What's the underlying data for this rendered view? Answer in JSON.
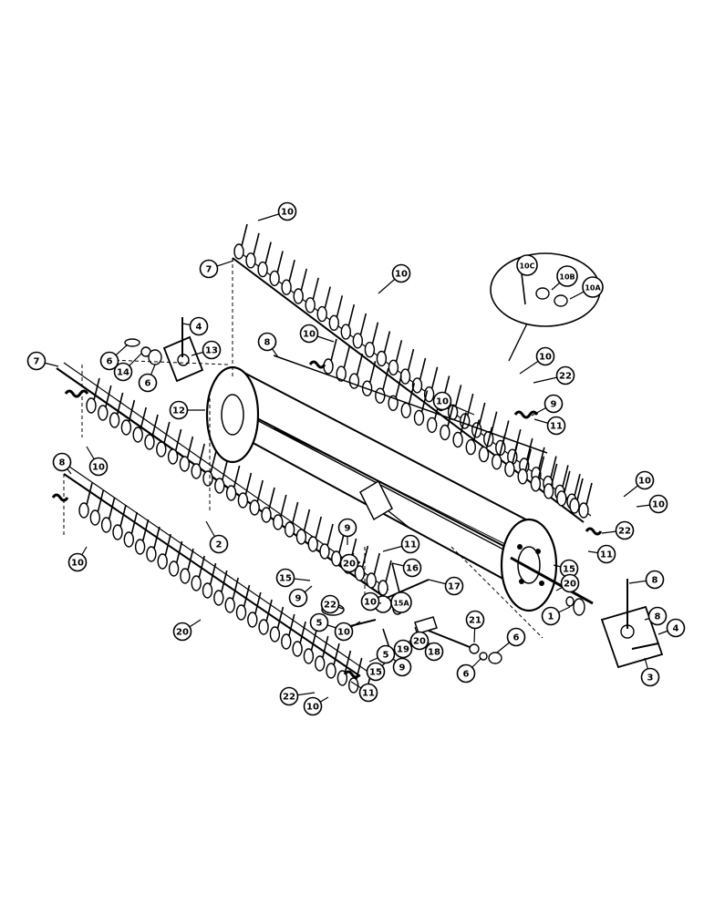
{
  "diagram": {
    "callouts": [
      {
        "label": "10"
      },
      {
        "label": "7"
      },
      {
        "label": "10"
      },
      {
        "label": "10C"
      },
      {
        "label": "10B"
      },
      {
        "label": "10A"
      },
      {
        "label": "4"
      },
      {
        "label": "13"
      },
      {
        "label": "6"
      },
      {
        "label": "14"
      },
      {
        "label": "6"
      },
      {
        "label": "7"
      },
      {
        "label": "8"
      },
      {
        "label": "10"
      },
      {
        "label": "10"
      },
      {
        "label": "22"
      },
      {
        "label": "12"
      },
      {
        "label": "10"
      },
      {
        "label": "9"
      },
      {
        "label": "11"
      },
      {
        "label": "10"
      },
      {
        "label": "8"
      },
      {
        "label": "10"
      },
      {
        "label": "10"
      },
      {
        "label": "22"
      },
      {
        "label": "11"
      },
      {
        "label": "9"
      },
      {
        "label": "11"
      },
      {
        "label": "20"
      },
      {
        "label": "15"
      },
      {
        "label": "9"
      },
      {
        "label": "22"
      },
      {
        "label": "10"
      },
      {
        "label": "15A"
      },
      {
        "label": "16"
      },
      {
        "label": "17"
      },
      {
        "label": "15"
      },
      {
        "label": "20"
      },
      {
        "label": "8"
      },
      {
        "label": "8"
      },
      {
        "label": "4"
      },
      {
        "label": "3"
      },
      {
        "label": "1"
      },
      {
        "label": "2"
      },
      {
        "label": "5"
      },
      {
        "label": "10"
      },
      {
        "label": "20"
      },
      {
        "label": "19"
      },
      {
        "label": "18"
      },
      {
        "label": "21"
      },
      {
        "label": "6"
      },
      {
        "label": "6"
      },
      {
        "label": "5"
      },
      {
        "label": "9"
      },
      {
        "label": "15"
      },
      {
        "label": "20"
      },
      {
        "label": "22"
      },
      {
        "label": "11"
      },
      {
        "label": "10"
      },
      {
        "label": "10"
      }
    ]
  }
}
